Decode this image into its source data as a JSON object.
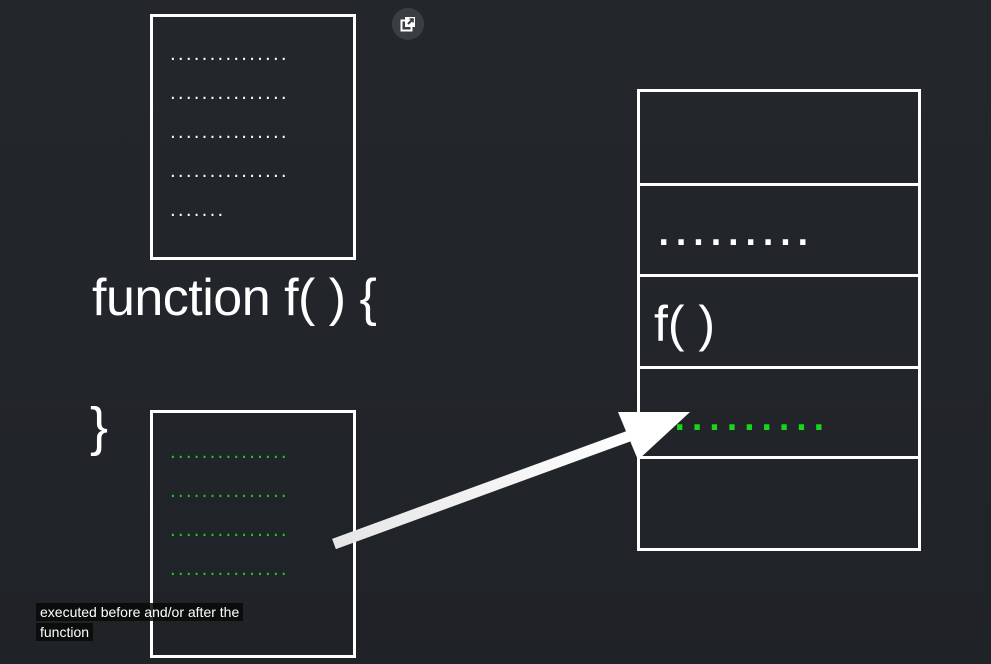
{
  "diagram": {
    "top_box": {
      "lines": [
        "...............",
        "...............",
        "...............",
        "...............",
        "......."
      ]
    },
    "function_header": "function f( ) {",
    "function_close": "}",
    "bottom_box": {
      "lines": [
        "...............",
        "...............",
        "...............",
        "..............."
      ]
    },
    "stack": {
      "cells": [
        {
          "text": ""
        },
        {
          "text": ".........",
          "kind": "dots-white"
        },
        {
          "text": "f( )",
          "kind": "call"
        },
        {
          "text": ".........",
          "kind": "dots-green"
        },
        {
          "text": ""
        }
      ]
    },
    "colors": {
      "background": "#22252a",
      "stroke": "#ffffff",
      "highlight": "#19d619"
    }
  },
  "overlay": {
    "popout_icon": "popout-icon",
    "caption": "executed before and/or after the function"
  }
}
